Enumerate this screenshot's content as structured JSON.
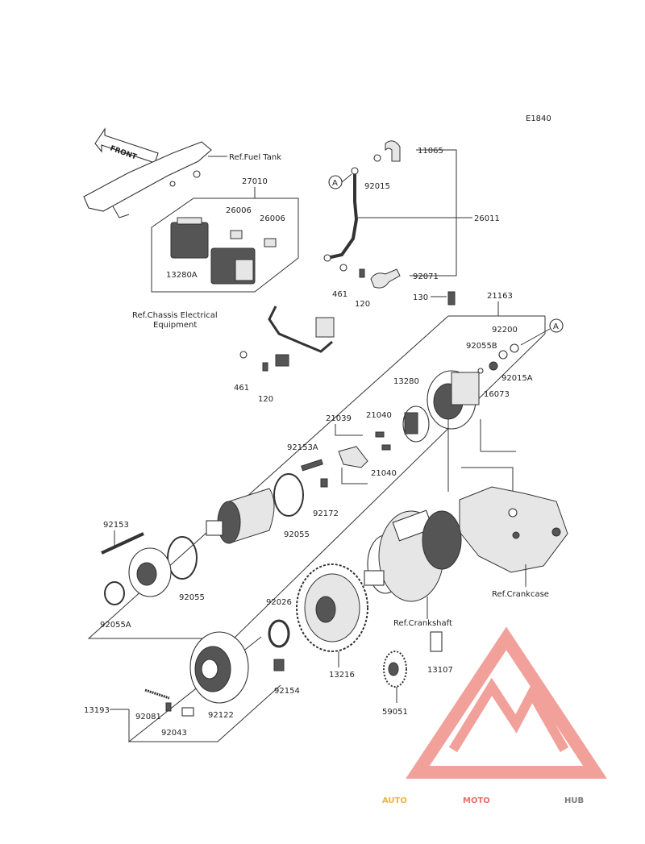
{
  "figure_code": "E1840",
  "front_label": "FRONT",
  "ref_labels": {
    "fuel_tank": "Ref.Fuel Tank",
    "chassis_line1": "Ref.Chassis Electrical",
    "chassis_line2": "Equipment",
    "crankcase": "Ref.Crankcase",
    "crankshaft": "Ref.Crankshaft"
  },
  "connector_marker": "A",
  "part_labels": {
    "p11065": "11065",
    "p27010": "27010",
    "p26006a": "26006",
    "p26006b": "26006",
    "p13280A": "13280A",
    "p92015": "92015",
    "p26011": "26011",
    "p92071": "92071",
    "p461a": "461",
    "p120a": "120",
    "p461b": "461",
    "p120b": "120",
    "p130": "130",
    "p21163": "21163",
    "p92200": "92200",
    "p92055B": "92055B",
    "p92015A": "92015A",
    "p16073": "16073",
    "p13280": "13280",
    "p21039": "21039",
    "p21040a": "21040",
    "p21040b": "21040",
    "p92153A": "92153A",
    "p92172": "92172",
    "p92055a": "92055",
    "p92153": "92153",
    "p92055b": "92055",
    "p92055A": "92055A",
    "p92026": "92026",
    "p13216": "13216",
    "p13107": "13107",
    "p92154": "92154",
    "p59051": "59051",
    "p13193": "13193",
    "p92081": "92081",
    "p92122": "92122",
    "p92043": "92043"
  },
  "watermark": {
    "part1": "AUTO",
    "part2": "MOTO",
    "part3": "HUB",
    "color_orange": "#f5b041",
    "color_red": "#e8706a",
    "color_gray": "#7a7a7a"
  }
}
